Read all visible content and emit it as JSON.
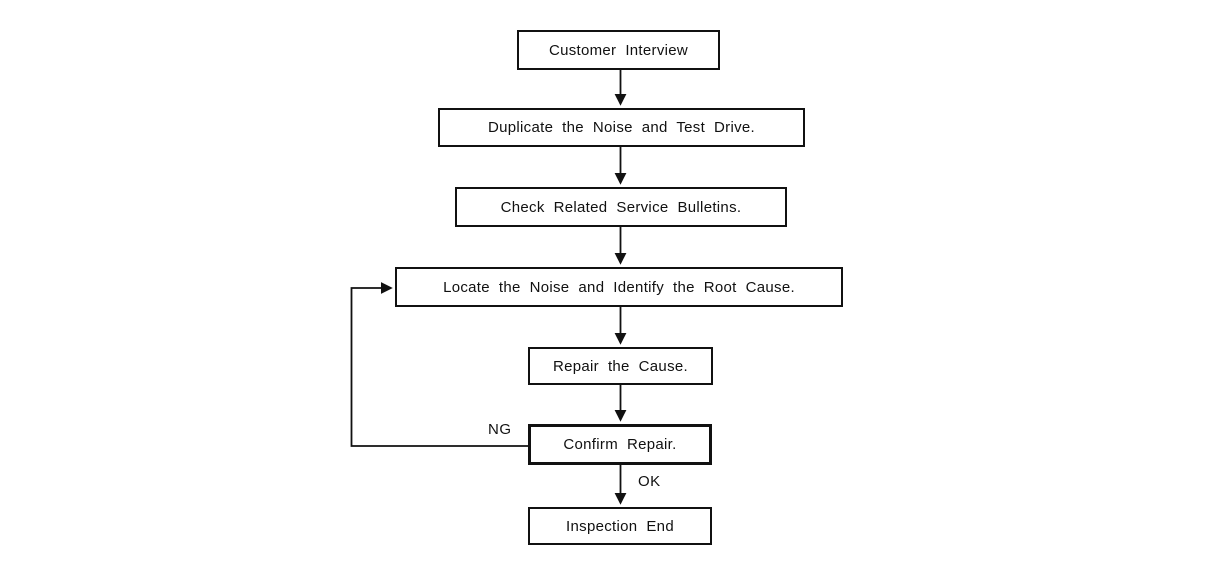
{
  "diagram": {
    "type": "flowchart",
    "nodes": [
      {
        "id": "customer-interview",
        "label": "Customer Interview"
      },
      {
        "id": "duplicate-noise",
        "label": "Duplicate the Noise and Test Drive."
      },
      {
        "id": "check-bulletins",
        "label": "Check Related Service Bulletins."
      },
      {
        "id": "locate-noise",
        "label": "Locate the Noise and Identify the Root Cause."
      },
      {
        "id": "repair-cause",
        "label": "Repair the Cause."
      },
      {
        "id": "confirm-repair",
        "label": "Confirm Repair.",
        "emphasis": true
      },
      {
        "id": "inspection-end",
        "label": "Inspection End"
      }
    ],
    "edges": [
      {
        "from": "customer-interview",
        "to": "duplicate-noise",
        "label": ""
      },
      {
        "from": "duplicate-noise",
        "to": "check-bulletins",
        "label": ""
      },
      {
        "from": "check-bulletins",
        "to": "locate-noise",
        "label": ""
      },
      {
        "from": "locate-noise",
        "to": "repair-cause",
        "label": ""
      },
      {
        "from": "repair-cause",
        "to": "confirm-repair",
        "label": ""
      },
      {
        "from": "confirm-repair",
        "to": "inspection-end",
        "label": "OK"
      },
      {
        "from": "confirm-repair",
        "to": "locate-noise",
        "label": "NG"
      }
    ],
    "edge_labels": {
      "ng": "NG",
      "ok": "OK"
    },
    "colors": {
      "line": "#111111",
      "box_border": "#111111",
      "box_fill": "#ffffff",
      "text": "#111111",
      "background": "#ffffff"
    }
  }
}
